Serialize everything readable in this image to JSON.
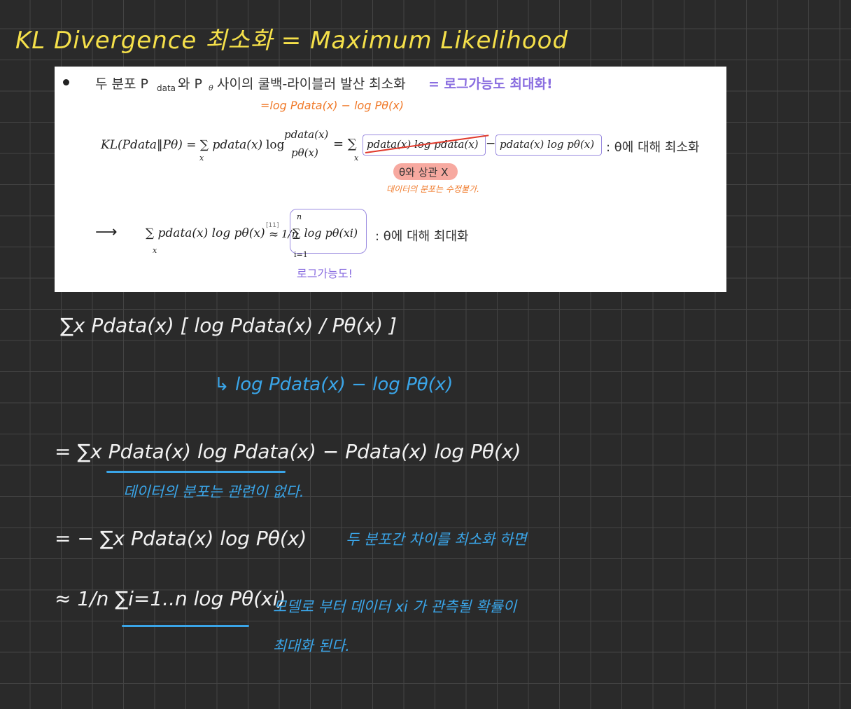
{
  "title": "KL Divergence 최소화 = Maximum Likelihood",
  "slide": {
    "bullet_prefix": "두 분포 P",
    "p_sub_data": "data",
    "and_p": "와 P",
    "p_sub_theta": "θ",
    "bullet_mid": "사이의 쿨백-라이블러 발산 최소화",
    "bullet_highlight": "= 로그가능도 최대화!",
    "hand_top": "=log Pdata(x) − log Pθ(x)",
    "kl_lhs": "KL(Pdata‖Pθ) = ∑ pdata(x)",
    "kl_log": "log",
    "kl_frac_num": "pdata(x)",
    "kl_frac_den": "pθ(x)",
    "kl_sum_var": "x",
    "kl_eq2": "= ∑",
    "kl_box1": "pdata(x) log pdata(x)",
    "kl_minus": "−",
    "kl_box2": "pdata(x) log pθ(x)",
    "kl_note": ": θ에 대해 최소화",
    "pill_text": "θ와 상관 X",
    "orange_note": "데이터의 분포는 수정불가.",
    "arrow": "⟶",
    "ml_lhs": "∑ pdata(x) log pθ(x)",
    "ml_cite": "[11]",
    "ml_approx": "≈",
    "ml_frac": "1/n",
    "ml_sum_top": "n",
    "ml_sum_bottom": "i=1",
    "ml_box": "∑ log pθ(xi)",
    "ml_note": ": θ에 대해 최대화",
    "loglik_label": "로그가능도!"
  },
  "notes": {
    "line1": "∑x Pdata(x) [ log Pdata(x) / Pθ(x) ]",
    "line1_sub": "↳ log Pdata(x) − log Pθ(x)",
    "line2": "= ∑x Pdata(x) log Pdata(x) − Pdata(x) log Pθ(x)",
    "line2_note": "데이터의 분포는 관련이 없다.",
    "line3": "= − ∑x Pdata(x) log Pθ(x)",
    "line3_note": "두 분포간 차이를 최소화 하면",
    "line4": "≈ 1/n ∑i=1..n log Pθ(xi)",
    "line4_note_a": "모델로 부터 데이터 xi 가 관측될 확률이",
    "line4_note_b": "최대화 된다."
  },
  "colors": {
    "background": "#2a2a2a",
    "title": "#f5e04a",
    "handwriting_white": "#f2f2f2",
    "handwriting_blue": "#3aa5e8",
    "handwriting_orange": "#f07a2a",
    "highlight_purple": "#8a6ee0"
  }
}
